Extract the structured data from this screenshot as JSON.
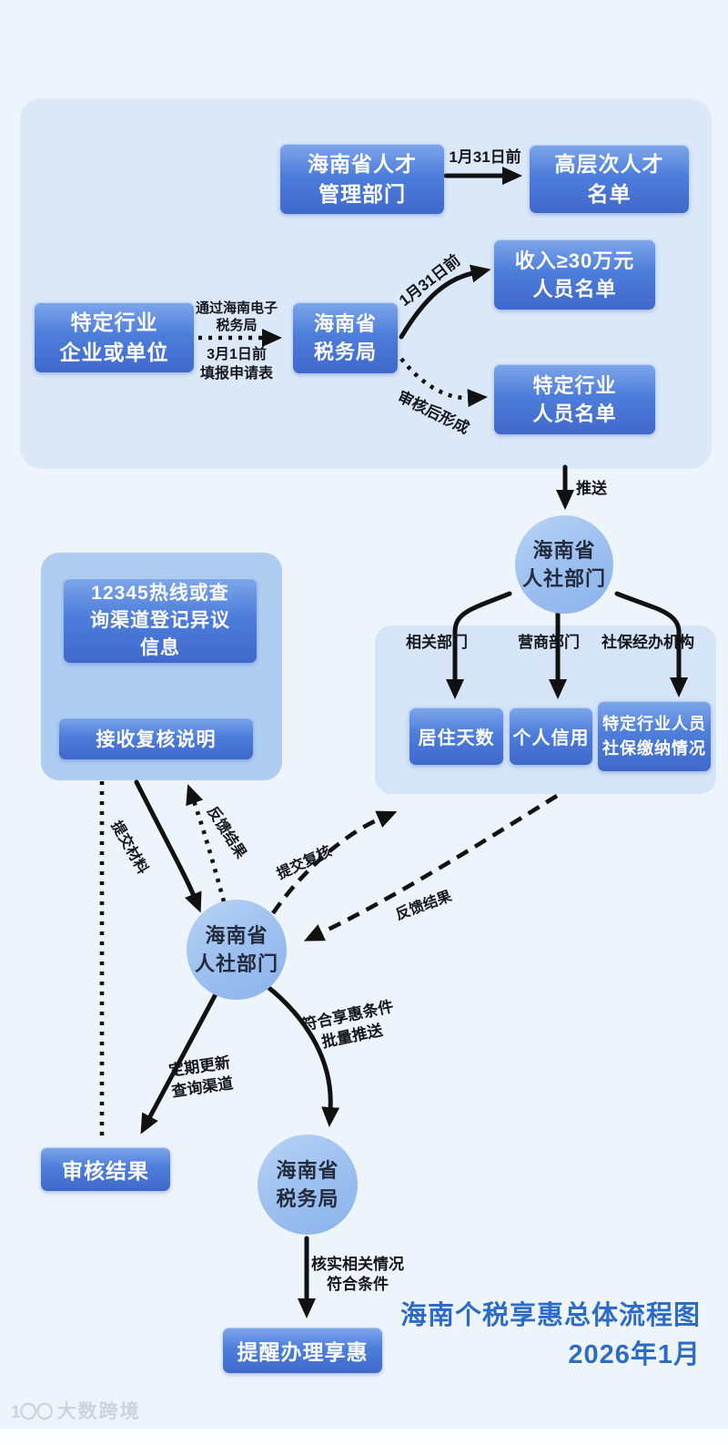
{
  "colors": {
    "background": "#edf4fb",
    "panel_light": "#dbe8f8",
    "panel_deep": "#aecdf1",
    "node_blue": "#4d7edb",
    "circle_blue": "#9fc2f0",
    "arrow_black": "#111111",
    "title_blue": "#2c6cc9"
  },
  "top": {
    "talent_dept": "海南省人才\n管理部门",
    "jan31": "1月31日前",
    "talent_list": "高层次人才\n名单",
    "industry_unit": "特定行业\n企业或单位",
    "etax": "通过海南电子\n税务局",
    "mar1": "3月1日前\n填报申请表",
    "tax_bureau": "海南省\n税务局",
    "jan31_curve": "1月31日前",
    "income_list": "收入≥30万元\n人员名单",
    "review_formed": "审核后形成",
    "industry_list": "特定行业\n人员名单"
  },
  "mid": {
    "push": "推送",
    "hr_circle": "海南省\n人社部门",
    "related_dept": "相关部门",
    "business_dept": "营商部门",
    "social_agency": "社保经办机构",
    "residence_days": "居住天数",
    "personal_credit": "个人信用",
    "social_payment": "特定行业人员\n社保缴纳情况"
  },
  "left": {
    "hotline": "12345热线或查\n询渠道登记异议\n信息",
    "review_note": "接收复核说明"
  },
  "flow": {
    "submit_material": "提交材料",
    "feedback_result_1": "反馈结果",
    "submit_review": "提交复核",
    "feedback_result_2": "反馈结果",
    "hr_circle_2": "海南省\n人社部门",
    "periodic_update": "定期更新\n查询渠道",
    "eligible_push": "符合享惠条件\n批量推送",
    "audit_result": "审核结果",
    "tax_circle": "海南省\n税务局",
    "verify": "核实相关情况\n符合条件",
    "remind": "提醒办理享惠"
  },
  "footer": {
    "title_line1": "海南个税享惠总体流程图",
    "title_line2": "2026年1月",
    "watermark_logo": "1〇〇",
    "watermark_text": "大数跨境"
  }
}
